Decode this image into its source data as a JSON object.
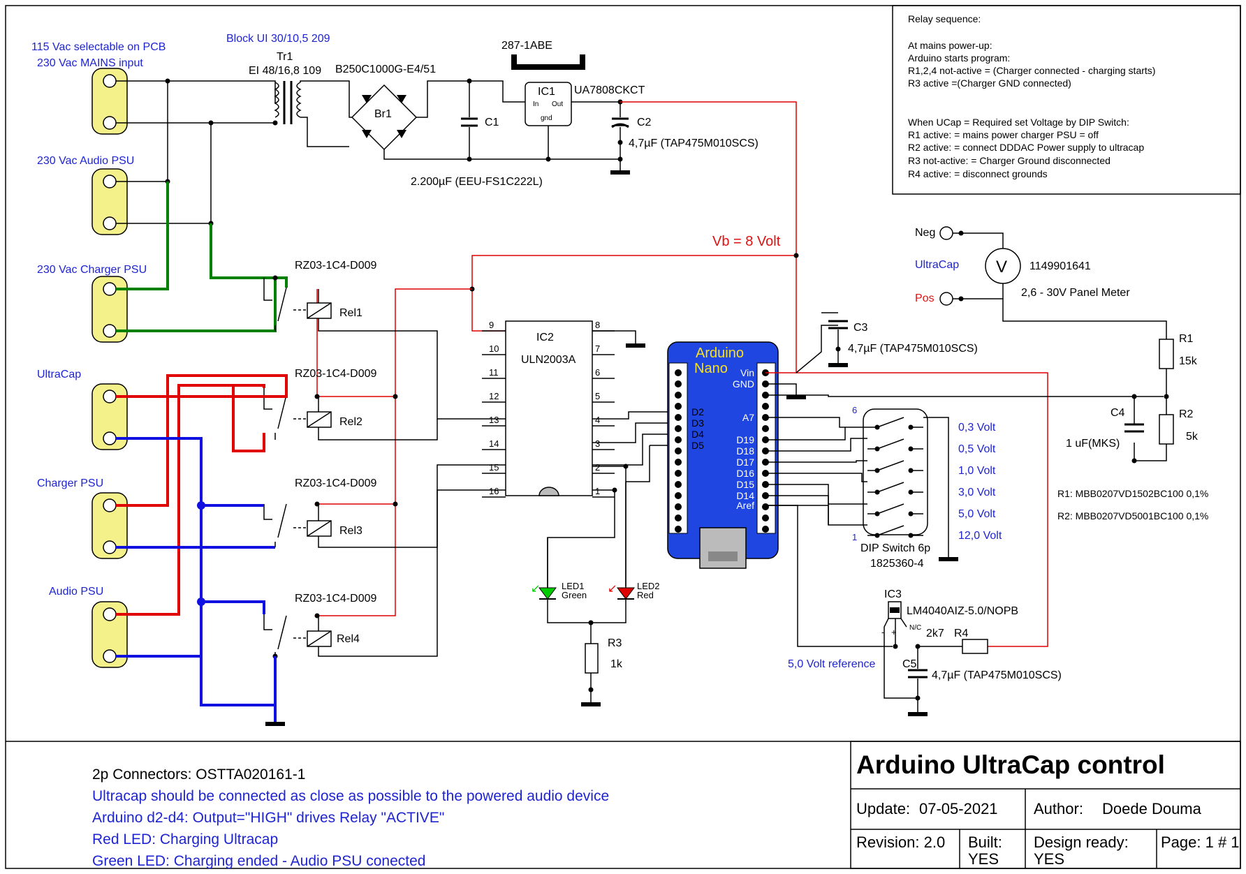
{
  "diagram": {
    "connectors": [
      {
        "id": "mains",
        "label_lines": [
          "115 Vac selectable on PCB",
          "230 Vac MAINS input"
        ]
      },
      {
        "id": "audio_psu_230",
        "label": "230 Vac   Audio   PSU"
      },
      {
        "id": "charger_psu_230",
        "label": "230 Vac Charger PSU"
      },
      {
        "id": "ultracap",
        "label": "UltraCap"
      },
      {
        "id": "charger_psu",
        "label": "Charger PSU"
      },
      {
        "id": "audio_psu",
        "label": "Audio PSU"
      }
    ],
    "transformer": {
      "maker": "Block UI 30/10,5 209",
      "ref": "Tr1",
      "part": "EI 48/16,8 109"
    },
    "bridge": {
      "part": "B250C1000G-E4/51",
      "ref": "Br1"
    },
    "heatsink": "287-1ABE",
    "ic1": {
      "ref": "IC1",
      "part": "UA7808CKCT",
      "pin_in": "In",
      "pin_out": "Out",
      "pin_gnd": "gnd"
    },
    "c1": {
      "ref": "C1",
      "value": "2.200µF (EEU-FS1C222L)"
    },
    "c2": {
      "ref": "C2",
      "value": "4,7µF (TAP475M010SCS)"
    },
    "vb_label": "Vb = 8 Volt",
    "relays": [
      {
        "part": "RZ03-1C4-D009",
        "ref": "Rel1"
      },
      {
        "part": "RZ03-1C4-D009",
        "ref": "Rel2"
      },
      {
        "part": "RZ03-1C4-D009",
        "ref": "Rel3"
      },
      {
        "part": "RZ03-1C4-D009",
        "ref": "Rel4"
      }
    ],
    "ic2": {
      "ref": "IC2",
      "part": "ULN2003A",
      "left_pins": [
        "9",
        "10",
        "11",
        "12",
        "13",
        "14",
        "15",
        "16"
      ],
      "right_pins": [
        "8",
        "7",
        "6",
        "5",
        "4",
        "3",
        "2",
        "1"
      ]
    },
    "arduino": {
      "title_lines": [
        "Arduino",
        "Nano"
      ],
      "right_pins": [
        "Vin",
        "GND",
        "A7",
        "D19",
        "D18",
        "D17",
        "D16",
        "D15",
        "D14",
        "Aref"
      ],
      "left_pins": [
        "D2",
        "D3",
        "D4",
        "D5"
      ]
    },
    "c3": {
      "ref": "C3",
      "value": "4,7µF (TAP475M010SCS)"
    },
    "dip": {
      "name": "DIP Switch 6p",
      "part": "1825360-4",
      "pin_top": "6",
      "pin_bottom": "1",
      "voltages": [
        "0,3 Volt",
        "0,5 Volt",
        "1,0 Volt",
        "3,0 Volt",
        "5,0 Volt",
        "12,0 Volt"
      ]
    },
    "led1": {
      "ref": "LED1",
      "color": "Green"
    },
    "led2": {
      "ref": "LED2",
      "color": "Red"
    },
    "r3": {
      "ref": "R3",
      "value": "1k"
    },
    "meter": {
      "neg": "Neg",
      "name": "UltraCap",
      "pos": "Pos",
      "symbol": "V",
      "part": "1149901641",
      "range": "2,6 - 30V Panel Meter"
    },
    "r1": {
      "ref": "R1",
      "value": "15k",
      "part": "R1: MBB0207VD1502BC100 0,1%"
    },
    "r2": {
      "ref": "R2",
      "value": "5k",
      "part": "R2: MBB0207VD5001BC100 0,1%"
    },
    "c4": {
      "ref": "C4",
      "value": "1 uF(MKS)"
    },
    "ic3": {
      "ref": "IC3",
      "part": "LM4040AIZ-5.0/NOPB",
      "pin_nc": "N/C",
      "pin_minus": "-",
      "pin_plus": "+"
    },
    "r4": {
      "value": "2k7",
      "ref": "R4"
    },
    "c5": {
      "ref": "C5",
      "value": "4,7µF (TAP475M010SCS)"
    },
    "ref_label": "5,0 Volt reference"
  },
  "relay_sequence": {
    "lines": [
      "Relay sequence:",
      "",
      "At mains power-up:",
      "Arduino starts program:",
      "R1,2,4 not-active = (Charger connected - charging starts)",
      "R3 active           =(Charger GND connected)",
      "",
      "",
      "When UCap     = Required set Voltage by DIP Switch:",
      "R1 active:       = mains power charger PSU = off",
      "R2 active:       = connect DDDAC Power supply to ultracap",
      "R3 not-active:  = Charger Ground disconnected",
      "R4 active:       = disconnect grounds"
    ]
  },
  "notes": [
    {
      "text": "2p Connectors: OSTTA020161-1",
      "color": "#000000"
    },
    {
      "text": "Ultracap should be connected as close as possible to the powered audio device",
      "color": "#1e24d0"
    },
    {
      "text": "Arduino d2-d4: Output=\"HIGH\" drives Relay \"ACTIVE\"",
      "color": "#1e24d0"
    },
    {
      "text": "Red LED: Charging Ultracap",
      "color": "#1e24d0"
    },
    {
      "text": "Green LED: Charging ended - Audio PSU conected",
      "color": "#1e24d0"
    }
  ],
  "title_block": {
    "title": "Arduino UltraCap control",
    "update_label": "Update:",
    "update_value": "07-05-2021",
    "author_label": "Author:",
    "author_value": "Doede Douma",
    "revision": "Revision: 2.0",
    "built_label": "Built:",
    "built_value": "YES",
    "design_label": "Design ready:",
    "design_value": "YES",
    "page": "Page: 1 # 1"
  }
}
